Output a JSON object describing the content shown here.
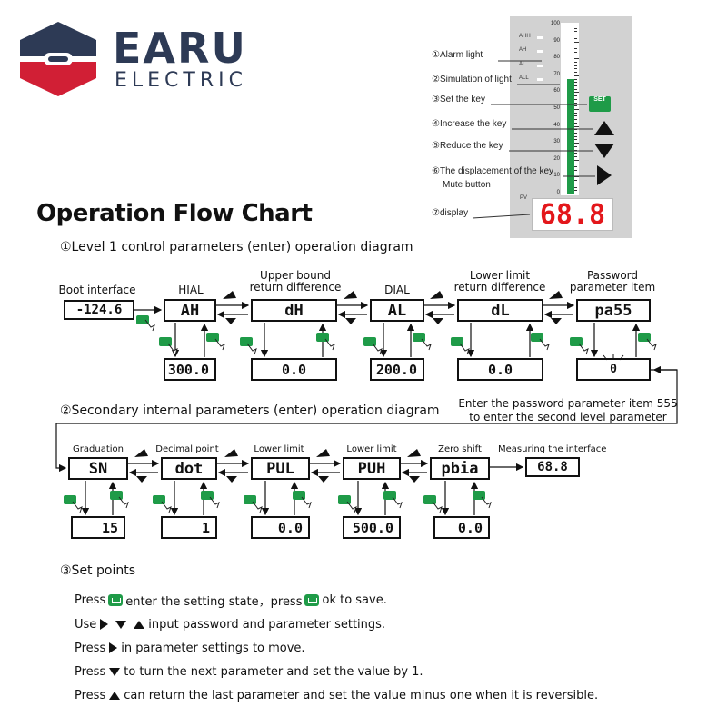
{
  "brand": {
    "name": "EARU",
    "sub": "ELECTRIC"
  },
  "device": {
    "scale_ticks": [
      "100",
      "90",
      "80",
      "70",
      "60",
      "50",
      "40",
      "30",
      "20",
      "10",
      "0"
    ],
    "alarm_levels": [
      "AHH",
      "AH",
      "AL",
      "ALL"
    ],
    "pv_label": "PV",
    "pv_value": "68.8",
    "set_key_label": "SET",
    "bar_level": 0.68,
    "annotations": [
      "①Alarm light",
      "②Simulation of light",
      "③Set the key",
      "④Increase the key",
      "⑤Reduce the key",
      "⑥The displacement of the key",
      "Mute button",
      "⑦display"
    ],
    "colors": {
      "bar": "#1f9b48",
      "display": "#e3171b",
      "panel": "#d2d2d2"
    }
  },
  "title": "Operation Flow Chart",
  "level1": {
    "title": "①Level 1 control parameters (enter) operation diagram",
    "boot": {
      "label": "Boot interface",
      "value": "-124.6"
    },
    "params": [
      {
        "label": "HIAL",
        "code": "AH",
        "value": "300.0"
      },
      {
        "label": "Upper bound\nreturn difference",
        "code": "dH",
        "value": "0.0"
      },
      {
        "label": "DIAL",
        "code": "AL",
        "value": "200.0"
      },
      {
        "label": "Lower limit\nreturn difference",
        "code": "dL",
        "value": "0.0"
      },
      {
        "label": "Password\nparameter item",
        "code": "pa55",
        "value": "0"
      }
    ],
    "note": "Enter the password parameter item 555\nto enter the second level parameter"
  },
  "level2": {
    "title": "②Secondary internal parameters (enter) operation diagram",
    "params": [
      {
        "label": "Graduation",
        "code": "SN",
        "value": "15"
      },
      {
        "label": "Decimal point",
        "code": "dot",
        "value": "1"
      },
      {
        "label": "Lower limit",
        "code": "PUL",
        "value": "0.0"
      },
      {
        "label": "Lower limit",
        "code": "PUH",
        "value": "500.0"
      },
      {
        "label": "Zero shift",
        "code": "pbia",
        "value": "0.0"
      }
    ],
    "measure": {
      "label": "Measuring the interface",
      "value": "68.8"
    }
  },
  "setpoints": {
    "title": "③Set points",
    "line1": {
      "a": "Press",
      "b": "enter the setting state，press",
      "c": "ok to save."
    },
    "line2": {
      "a": "Use",
      "b": "input password and parameter settings."
    },
    "line3": {
      "a": "Press",
      "b": "in parameter settings to move."
    },
    "line4": {
      "a": "Press",
      "b": "to turn the next parameter and set the value by 1."
    },
    "line5": {
      "a": "Press",
      "b": "can return the last parameter and set the value minus one when it is reversible."
    }
  }
}
